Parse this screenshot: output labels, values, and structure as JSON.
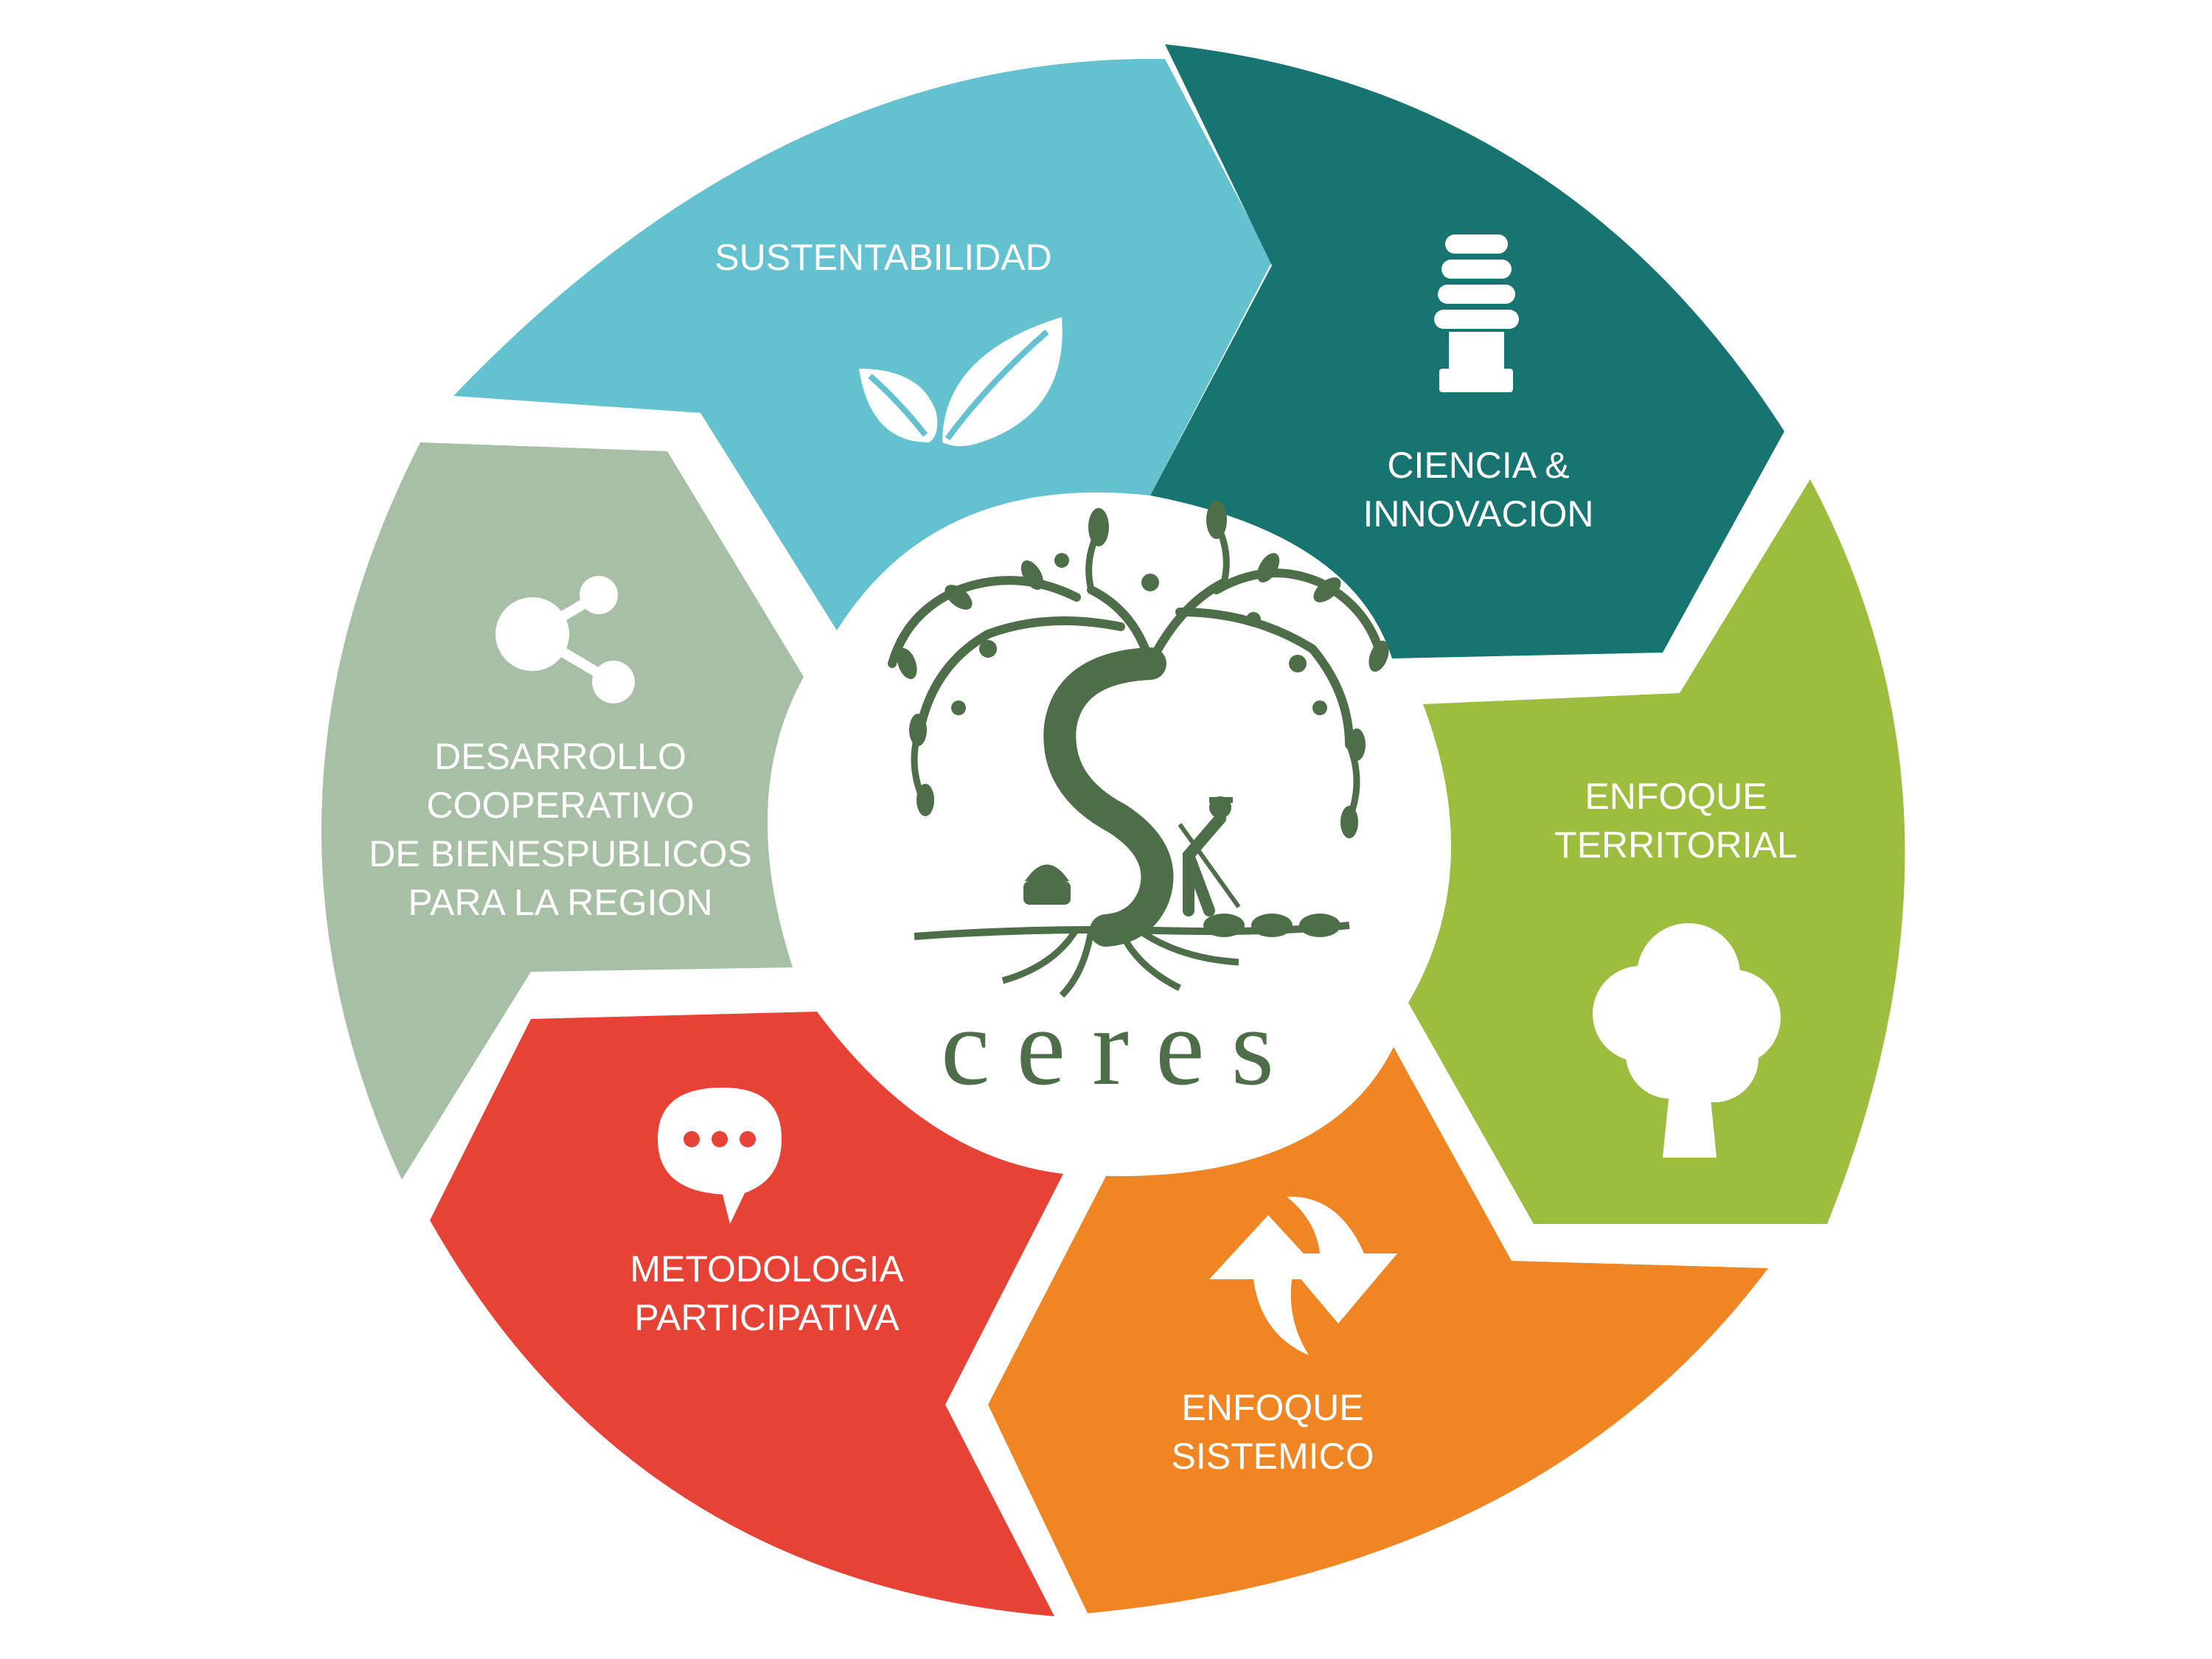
{
  "center": {
    "logo_text": "ceres"
  },
  "segments": [
    {
      "id": "sustentabilidad",
      "lines": [
        "SUSTENTABILIDAD"
      ],
      "color": "#64c2d0",
      "icon": "leaves-icon"
    },
    {
      "id": "ciencia",
      "lines": [
        "CIENCIA &",
        "INNOVACION"
      ],
      "color": "#177471",
      "icon": "lightbulb-icon"
    },
    {
      "id": "territorial",
      "lines": [
        "ENFOQUE",
        "TERRITORIAL"
      ],
      "color": "#9cbd3e",
      "icon": "tree-icon"
    },
    {
      "id": "sistemico",
      "lines": [
        "ENFOQUE",
        "SISTEMICO"
      ],
      "color": "#ef8623",
      "icon": "refresh-icon"
    },
    {
      "id": "metodologia",
      "lines": [
        "METODOLOGIA",
        "PARTICIPATIVA"
      ],
      "color": "#e64336",
      "icon": "chat-bubble-icon"
    },
    {
      "id": "desarrollo",
      "lines": [
        "DESARROLLO",
        "COOPERATIVO",
        "DE BIENESPUBLICOS",
        "PARA LA REGION"
      ],
      "color": "#a7c0a5",
      "icon": "share-icon"
    }
  ]
}
